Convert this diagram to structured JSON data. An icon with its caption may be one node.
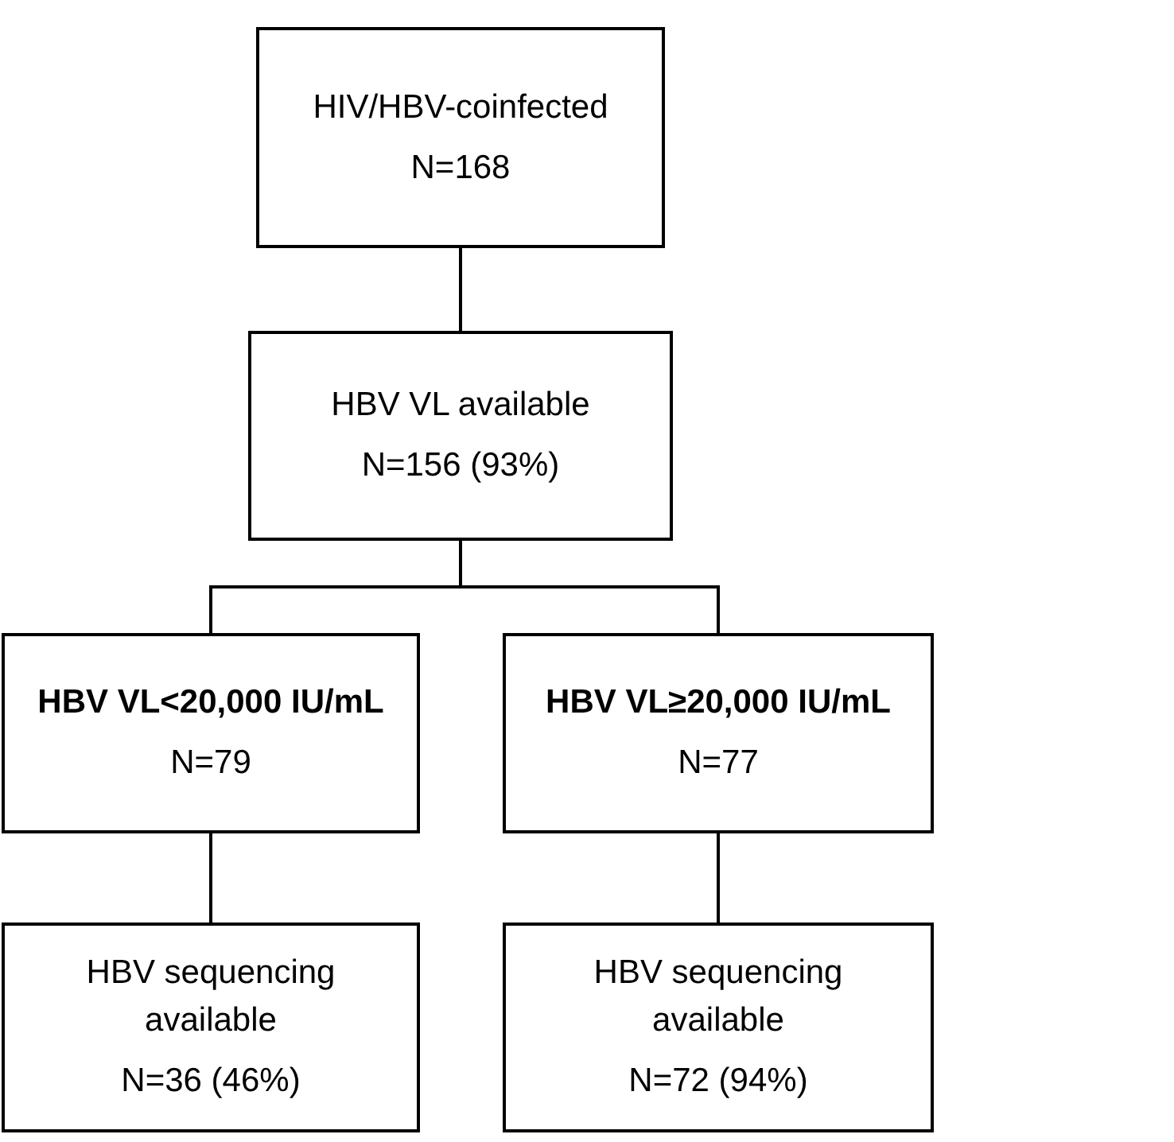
{
  "diagram": {
    "nodes": [
      {
        "text": [
          "HIV/HBV-coinfected",
          "N=168"
        ]
      },
      {
        "text": [
          "HBV VL available",
          "N=156 (93%)"
        ]
      },
      {
        "text": [
          "HBV VL<20,000 IU/mL",
          "N=79"
        ]
      },
      {
        "text": [
          "HBV VL≥20,000 IU/mL",
          "N=77"
        ]
      },
      {
        "text": [
          "HBV sequencing available",
          "N=36 (46%)"
        ]
      },
      {
        "text": [
          "HBV sequencing available",
          "N=72 (94%)"
        ]
      }
    ],
    "edges": [
      {
        "from": 0,
        "to": 1,
        "arrow": "none"
      },
      {
        "from": 1,
        "to": 2,
        "arrow": "none"
      },
      {
        "from": 1,
        "to": 3,
        "arrow": "none"
      },
      {
        "from": 2,
        "to": 4,
        "arrow": "none"
      },
      {
        "from": 3,
        "to": 5,
        "arrow": "none"
      }
    ]
  }
}
